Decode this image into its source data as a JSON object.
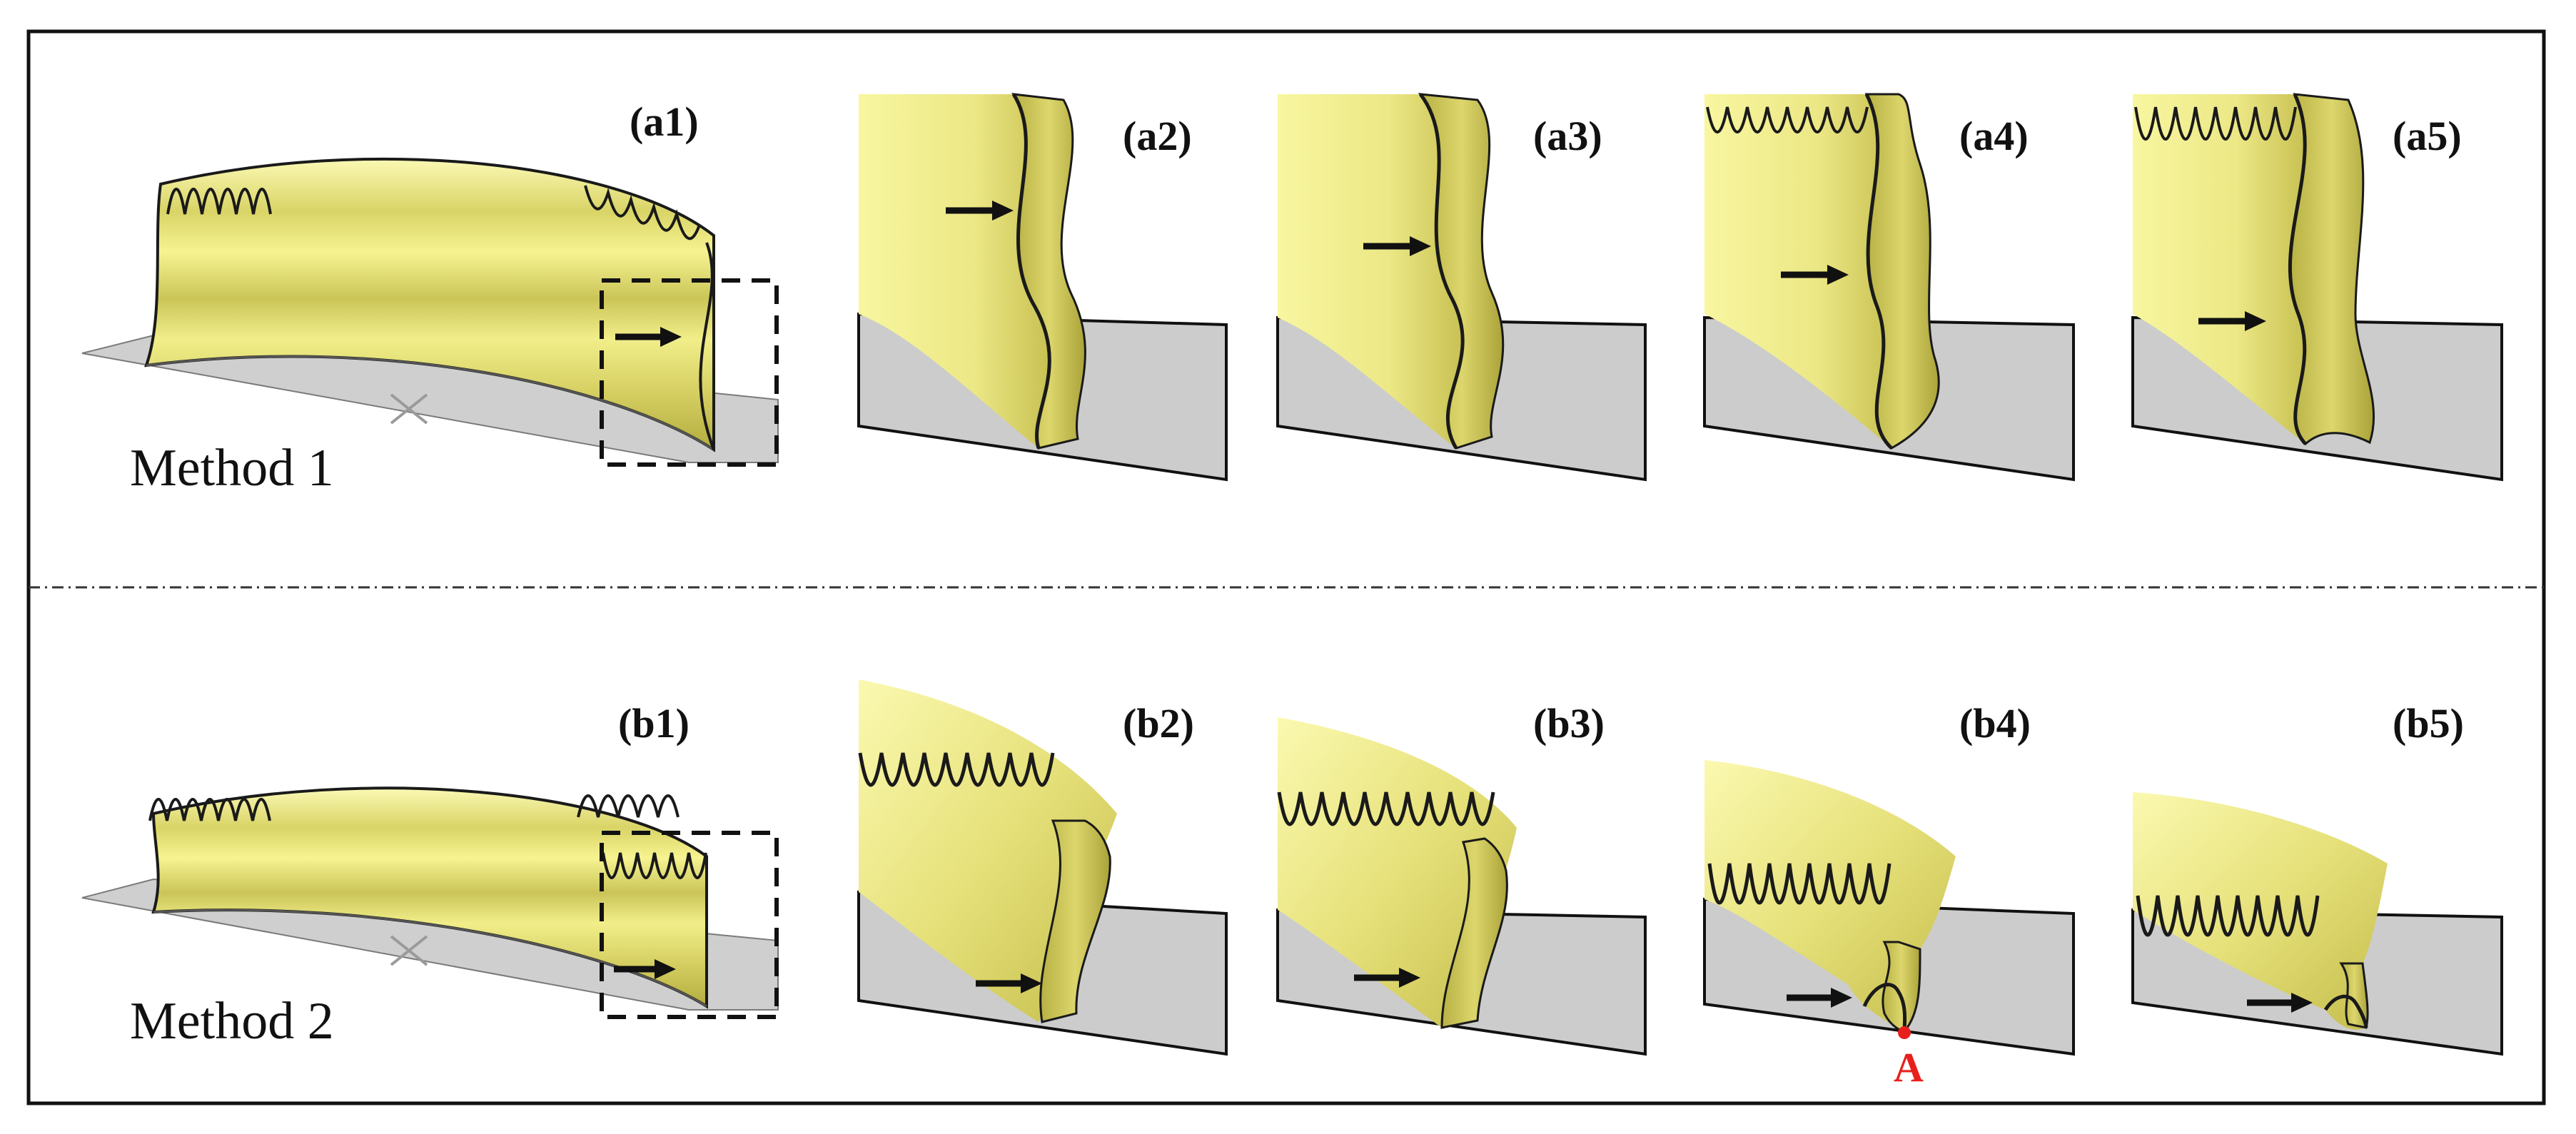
{
  "figure": {
    "rows": [
      {
        "method_label": "Method 1",
        "panels": [
          "(a1)",
          "(a2)",
          "(a3)",
          "(a4)",
          "(a5)"
        ]
      },
      {
        "method_label": "Method 2",
        "panels": [
          "(b1)",
          "(b2)",
          "(b3)",
          "(b4)",
          "(b5)"
        ]
      }
    ],
    "point_marker": "A",
    "colors": {
      "flange": "#f2f08a",
      "flange_shade": "#cfc85a",
      "flange_dark": "#a9a23a",
      "plate": "#cccccc",
      "outline": "#111111",
      "marker": "#e8201c"
    }
  }
}
